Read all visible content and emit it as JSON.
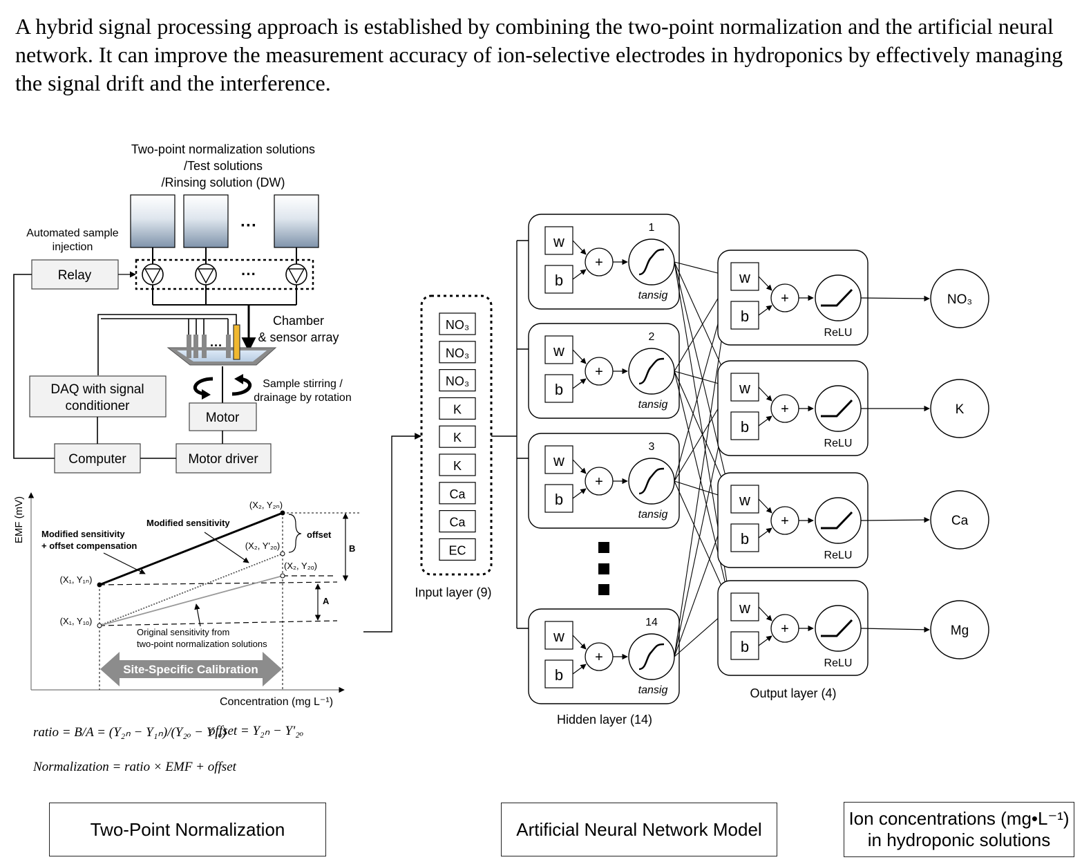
{
  "abstract": "A hybrid signal processing approach is established by combining the two-point normalization and the artificial neural network. It can improve the measurement accuracy of ion-selective electrodes in hydroponics by effectively managing the signal drift and the interference.",
  "setup": {
    "solutions_lines": [
      "Two-point normalization solutions",
      "/Test solutions",
      "/Rinsing solution (DW)"
    ],
    "dots": "···",
    "injection_lines": [
      "Automated sample",
      "injection"
    ],
    "relay": "Relay",
    "chamber_lines": [
      "Chamber",
      "& sensor array"
    ],
    "stirring_lines": [
      "Sample stirring /",
      "drainage by rotation"
    ],
    "daq_lines": [
      "DAQ with signal",
      "conditioner"
    ],
    "motor": "Motor",
    "computer": "Computer",
    "motor_driver": "Motor driver"
  },
  "graph": {
    "y_axis": "EMF (mV)",
    "x_axis": "Concentration (mg L⁻¹)",
    "pt_y2n": "(X₂, Y₂ₙ)",
    "pt_y2o_prime": "(X₂, Y'₂ₒ)",
    "pt_y2o": "(X₂, Y₂ₒ)",
    "pt_y1n": "(X₁, Y₁ₙ)",
    "pt_y1o": "(X₁, Y₁ₒ)",
    "modified_comp_lines": [
      "Modified sensitivity",
      "+ offset compensation"
    ],
    "modified_sens": "Modified sensitivity",
    "offset": "offset",
    "label_b": "B",
    "label_a": "A",
    "original_lines": [
      "Original sensitivity from",
      "two-point normalization solutions"
    ],
    "site_cal": "Site-Specific Calibration"
  },
  "formulas": {
    "ratio": "ratio = B/A = (Y₂ₙ − Y₁ₙ)/(Y₂ₒ − Y₁ₒ)",
    "offset": "offset = Y₂ₙ − Y'₂ₒ",
    "normalization": "Normalization = ratio × EMF + offset"
  },
  "ann": {
    "inputs": [
      "NO₃",
      "NO₃",
      "NO₃",
      "K",
      "K",
      "K",
      "Ca",
      "Ca",
      "EC"
    ],
    "input_layer": "Input layer (9)",
    "neuron_numbers": [
      "1",
      "2",
      "3",
      "14"
    ],
    "w": "w",
    "b": "b",
    "plus": "+",
    "tansig": "tansig",
    "relu": "ReLU",
    "hidden_layer": "Hidden layer (14)",
    "output_layer": "Output layer (4)",
    "outputs": [
      "NO₃",
      "K",
      "Ca",
      "Mg"
    ]
  },
  "footer": {
    "two_point": "Two-Point Normalization",
    "ann_model": "Artificial Neural Network Model",
    "ion_line1": "Ion concentrations (mg•L⁻¹)",
    "ion_line2": "in hydroponic solutions"
  }
}
